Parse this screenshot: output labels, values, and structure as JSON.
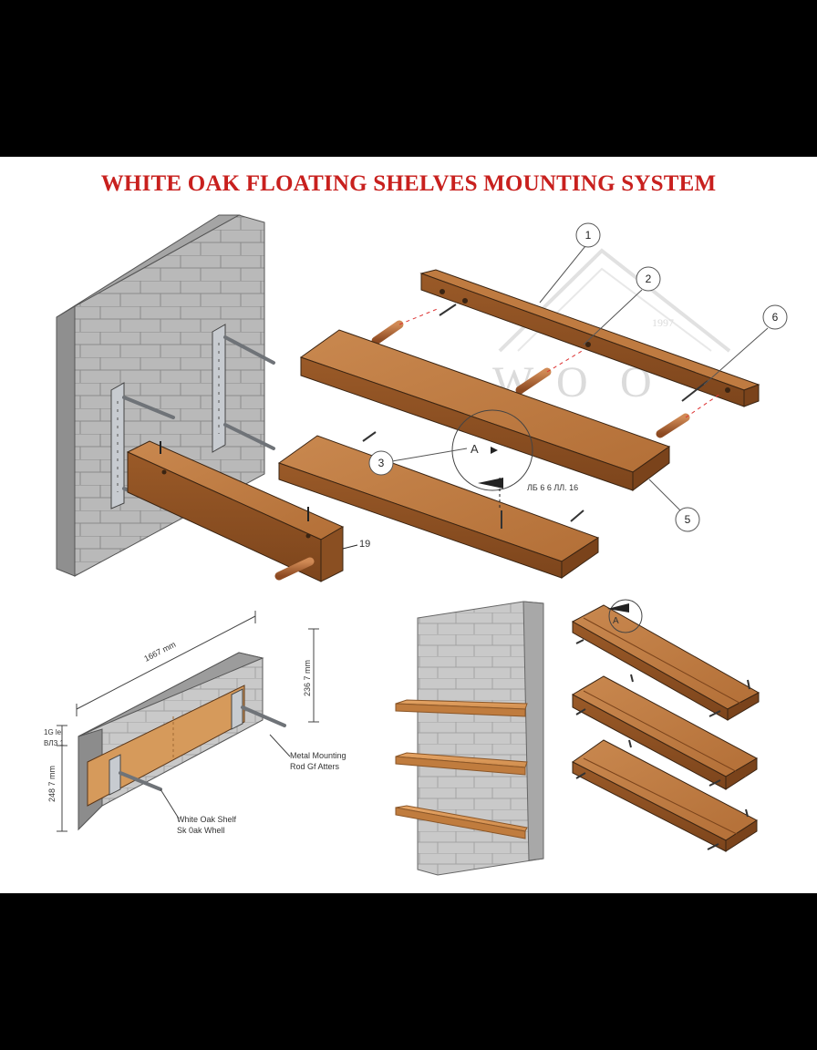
{
  "title": "WHITE OAK FLOATING SHELVES MOUNTING SYSTEM",
  "watermark": {
    "year": "1997",
    "letters": [
      "W",
      "O",
      "O"
    ]
  },
  "callouts": [
    "1",
    "2",
    "6",
    "3",
    "5"
  ],
  "detail_labels": {
    "section_a": "A",
    "dim_detail": "ЛБ 6 6 ЛЛ. 16",
    "part_19": "19",
    "detail_a_small": "A"
  },
  "dimensions": {
    "length": "1667 mm",
    "height_right": "236 7 mm",
    "left_top": "1G lel",
    "left_mid": "ВЛЗ 1",
    "left_bottom": "248 7 mm"
  },
  "annotations": {
    "rod_line1": "Metal Mounting",
    "rod_line2": "Rod Gf Atters",
    "shelf_line1": "White Oak Shelf",
    "shelf_line2": "Sk 0ak Whell"
  }
}
